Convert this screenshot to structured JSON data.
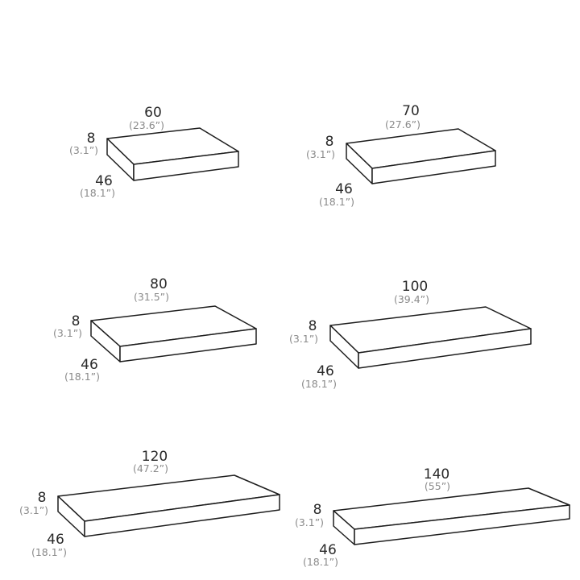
{
  "units_inches_suffix": "”",
  "shelves": [
    {
      "name": "shelf-60",
      "width": {
        "value": "60",
        "inches": "(23.6”)"
      },
      "height": {
        "value": "8",
        "inches": "(3.1”)"
      },
      "depth": {
        "value": "46",
        "inches": "(18.1”)"
      }
    },
    {
      "name": "shelf-70",
      "width": {
        "value": "70",
        "inches": "(27.6”)"
      },
      "height": {
        "value": "8",
        "inches": "(3.1”)"
      },
      "depth": {
        "value": "46",
        "inches": "(18.1”)"
      }
    },
    {
      "name": "shelf-80",
      "width": {
        "value": "80",
        "inches": "(31.5”)"
      },
      "height": {
        "value": "8",
        "inches": "(3.1”)"
      },
      "depth": {
        "value": "46",
        "inches": "(18.1”)"
      }
    },
    {
      "name": "shelf-100",
      "width": {
        "value": "100",
        "inches": "(39.4”)"
      },
      "height": {
        "value": "8",
        "inches": "(3.1”)"
      },
      "depth": {
        "value": "46",
        "inches": "(18.1”)"
      }
    },
    {
      "name": "shelf-120",
      "width": {
        "value": "120",
        "inches": "(47.2”)"
      },
      "height": {
        "value": "8",
        "inches": "(3.1”)"
      },
      "depth": {
        "value": "46",
        "inches": "(18.1”)"
      }
    },
    {
      "name": "shelf-140",
      "width": {
        "value": "140",
        "inches": "(55”)"
      },
      "height": {
        "value": "8",
        "inches": "(3.1”)"
      },
      "depth": {
        "value": "46",
        "inches": "(18.1”)"
      }
    }
  ],
  "colors": {
    "line": "#1e1e1e",
    "main_text": "#2a2a2a",
    "sub_text": "#8a8a8a",
    "background": "#ffffff"
  }
}
